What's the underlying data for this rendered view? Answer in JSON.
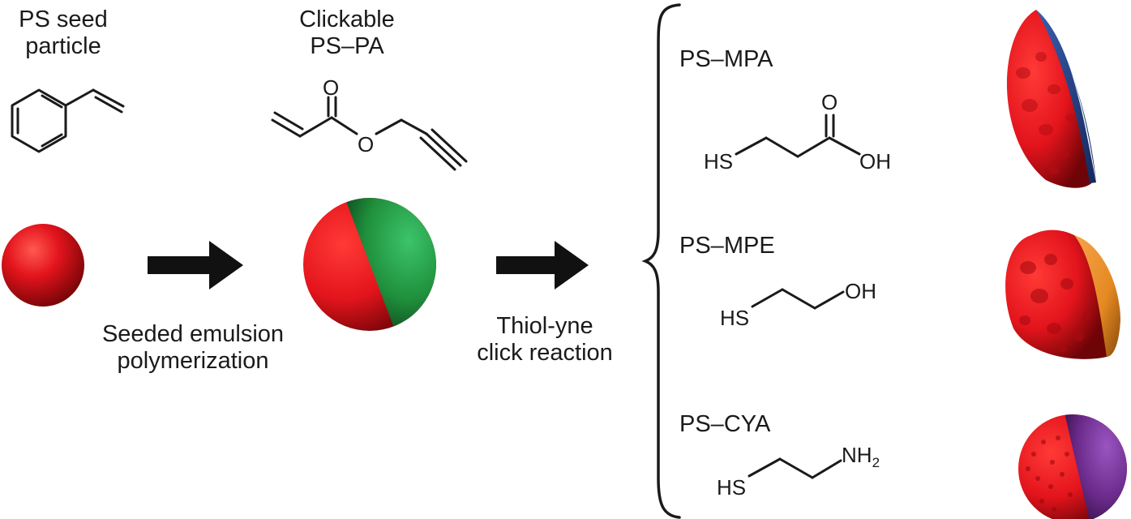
{
  "start": {
    "line1": "PS seed",
    "line2": "particle"
  },
  "monomer": {
    "line1": "Clickable",
    "line2": "PS–PA"
  },
  "step1": {
    "line1": "Seeded emulsion",
    "line2": "polymerization"
  },
  "step2": {
    "line1": "Thiol-yne",
    "line2": "click reaction"
  },
  "products": [
    {
      "name": "PS–MPA",
      "hs": "HS",
      "o": "O",
      "oh": "OH"
    },
    {
      "name": "PS–MPE",
      "hs": "HS",
      "oh": "OH"
    },
    {
      "name": "PS–CYA",
      "hs": "HS",
      "nh": "NH",
      "sub": "2"
    }
  ],
  "colors": {
    "ps_red": "#e3141c",
    "pa_green": "#1f8f3c",
    "mpa_blue": "#1f3f8a",
    "mpe_orange": "#e58a22",
    "cya_purple": "#6a2a8a",
    "arrow": "#111111"
  },
  "icons": [
    "styrene-structure",
    "propargyl-acrylate-structure",
    "mercaptopropionic-acid-structure",
    "mercaptoethanol-structure",
    "cysteamine-structure",
    "right-arrow",
    "curly-brace"
  ]
}
